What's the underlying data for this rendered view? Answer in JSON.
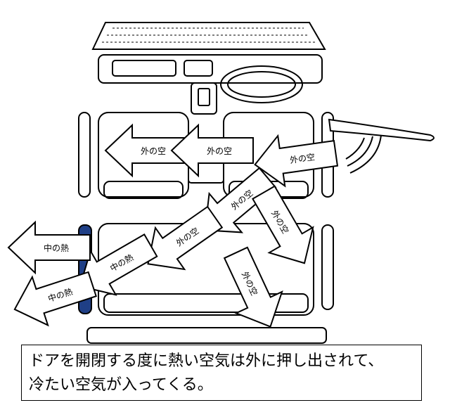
{
  "labels": {
    "outside_air": "外の空",
    "inside_heat": "中の熱"
  },
  "caption": {
    "line1": "ドアを開閉する度に熱い空気は外に押し出されて、",
    "line2": "冷たい空気が入ってくる。"
  },
  "colors": {
    "outline": "#000000",
    "door_highlight": "#1f3f86",
    "background": "#ffffff"
  }
}
